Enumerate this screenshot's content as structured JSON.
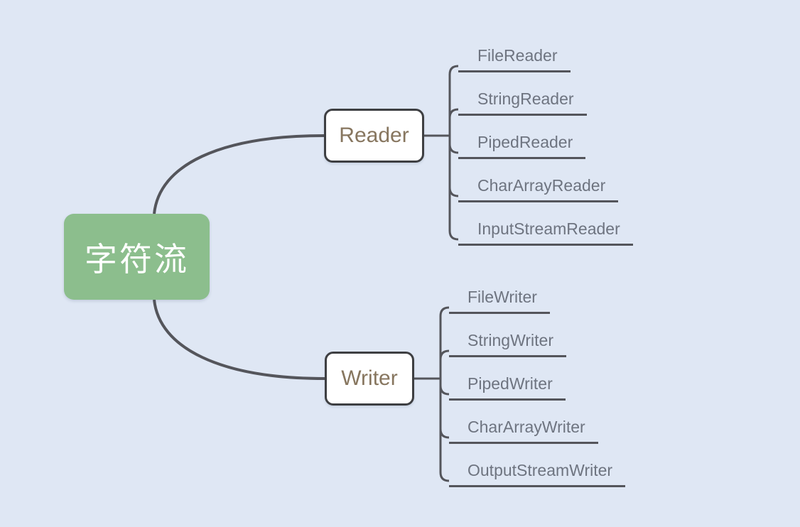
{
  "diagram": {
    "type": "mindmap",
    "root": {
      "label": "字符流"
    },
    "branches": [
      {
        "label": "Reader",
        "children": [
          "FileReader",
          "StringReader",
          "PipedReader",
          "CharArrayReader",
          "InputStreamReader"
        ]
      },
      {
        "label": "Writer",
        "children": [
          "FileWriter",
          "StringWriter",
          "PipedWriter",
          "CharArrayWriter",
          "OutputStreamWriter"
        ]
      }
    ],
    "colors": {
      "background": "#dfe7f4",
      "root_fill": "#8cbe8d",
      "root_text": "#ffffff",
      "node_fill": "#ffffff",
      "node_border": "#3e3f42",
      "node_text": "#87765f",
      "leaf_text": "#6e7480",
      "connector_line": "#54555b"
    }
  }
}
